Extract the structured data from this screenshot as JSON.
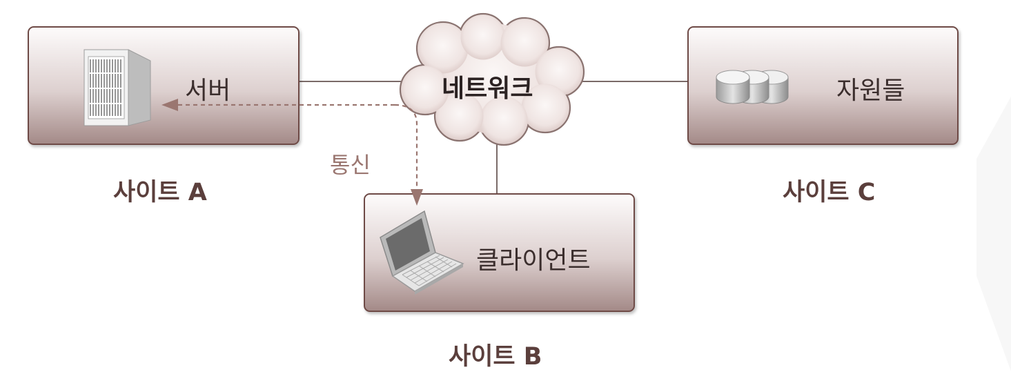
{
  "network": {
    "label": "네트워크"
  },
  "sites": {
    "a": {
      "box_label": "서버",
      "caption": "사이트 A"
    },
    "b": {
      "box_label": "클라이언트",
      "caption": "사이트 B"
    },
    "c": {
      "box_label": "자원들",
      "caption": "사이트 C"
    }
  },
  "communication": {
    "label": "통신"
  },
  "icons": {
    "server": "server-icon",
    "laptop": "laptop-icon",
    "disks": "disk-stack-icon",
    "cloud": "cloud-icon"
  },
  "colors": {
    "box_border": "#6e4a46",
    "caption_text": "#5b3f3c",
    "comm_arrow": "#9a7670",
    "connector_line": "#7a6a68"
  }
}
